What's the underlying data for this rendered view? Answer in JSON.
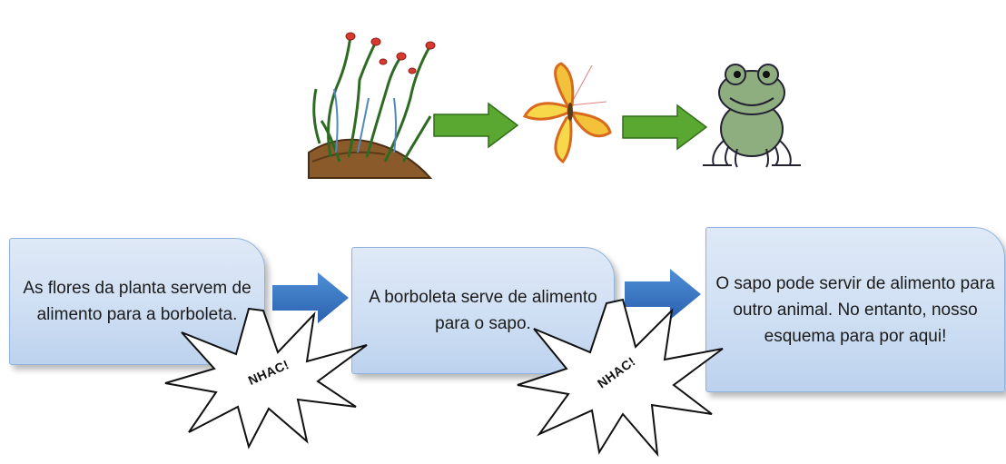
{
  "chain": {
    "organisms": [
      "plant",
      "butterfly",
      "frog"
    ]
  },
  "boxes": [
    {
      "text": "As flores da planta servem de alimento para a borboleta."
    },
    {
      "text": "A borboleta serve de alimento para o sapo."
    },
    {
      "text": "O sapo pode servir de alimento para outro animal. No entanto, nosso esquema para por aqui!"
    }
  ],
  "bursts": [
    {
      "label": "NHAC!"
    },
    {
      "label": "NHAC!"
    }
  ],
  "colors": {
    "box_fill": "#cfdff3",
    "box_border": "#8fb3de",
    "green_arrow": "#5aa832",
    "blue_arrow": "#2f6fc0"
  }
}
